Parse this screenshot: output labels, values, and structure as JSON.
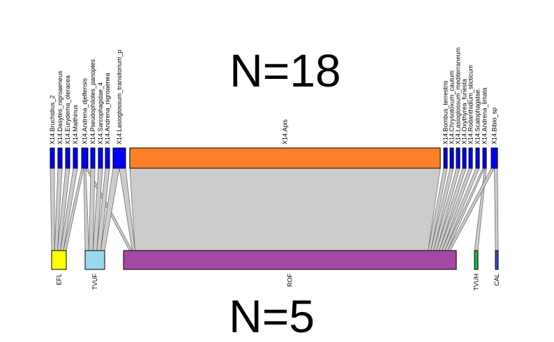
{
  "top_count_label": "N=18",
  "bottom_count_label": "N=5",
  "colors": {
    "pollinator_box": "#0000ff",
    "apis_box": "#ff7f27",
    "links": "#cccccc",
    "link_edges": "#707070",
    "EFL": "#ffff00",
    "TVUF": "#99d9ea",
    "ROF": "#a349a4",
    "TVUH": "#22b14c",
    "CAL": "#3f48cc"
  },
  "top_nodes": [
    {
      "id": "bru",
      "label": "X14.Bruchidius_2"
    },
    {
      "id": "das",
      "label": "X14.Dasytes_nigroaeneus"
    },
    {
      "id": "eur",
      "label": "X14.Eurydema_oleracea"
    },
    {
      "id": "mal",
      "label": "X14.Malthinus"
    },
    {
      "id": "adj",
      "label": "X14.Andrena_djelfensis"
    },
    {
      "id": "pse",
      "label": "X14.Pseudophilotes_panoptes"
    },
    {
      "id": "sar",
      "label": "X14.Sarcophagidae_4"
    },
    {
      "id": "ani",
      "label": "X14.Andrena_nigroaenea"
    },
    {
      "id": "las",
      "label": "X14.Lasioglossum_transitorium_p"
    },
    {
      "id": "apis",
      "label": "X14.Apis"
    },
    {
      "id": "bom",
      "label": "X14.Bombus_terrestris"
    },
    {
      "id": "chr",
      "label": "X14.Chrysotoxum_cautum"
    },
    {
      "id": "lme",
      "label": "X14.Lasioglossum_mediterraneum"
    },
    {
      "id": "oxy",
      "label": "X14.Oxythyrea_funesta"
    },
    {
      "id": "rod",
      "label": "X14.Rodanthidium_sticticum"
    },
    {
      "id": "sca",
      "label": "X14.Scatophagidae."
    },
    {
      "id": "ali",
      "label": "X14.Andrena_limata"
    },
    {
      "id": "bib",
      "label": "X14.Bibio_sp"
    }
  ],
  "bottom_nodes": [
    {
      "id": "EFL",
      "label": "EFL"
    },
    {
      "id": "TVUF",
      "label": "TVUF"
    },
    {
      "id": "ROF",
      "label": "ROF"
    },
    {
      "id": "TVUH",
      "label": "TVUH"
    },
    {
      "id": "CAL",
      "label": "CAL"
    }
  ],
  "links": [
    [
      "bru",
      "EFL"
    ],
    [
      "das",
      "EFL"
    ],
    [
      "eur",
      "EFL"
    ],
    [
      "mal",
      "EFL"
    ],
    [
      "adj",
      "EFL"
    ],
    [
      "adj",
      "TVUF"
    ],
    [
      "adj",
      "ROF"
    ],
    [
      "pse",
      "TVUF"
    ],
    [
      "sar",
      "TVUF"
    ],
    [
      "ani",
      "TVUF"
    ],
    [
      "las",
      "TVUF"
    ],
    [
      "las",
      "ROF"
    ],
    [
      "apis",
      "ROF"
    ],
    [
      "bom",
      "ROF"
    ],
    [
      "chr",
      "ROF"
    ],
    [
      "lme",
      "ROF"
    ],
    [
      "oxy",
      "ROF"
    ],
    [
      "rod",
      "ROF"
    ],
    [
      "sca",
      "ROF"
    ],
    [
      "ali",
      "ROF"
    ],
    [
      "ali",
      "TVUH"
    ],
    [
      "bib",
      "ROF"
    ],
    [
      "bib",
      "CAL"
    ]
  ]
}
